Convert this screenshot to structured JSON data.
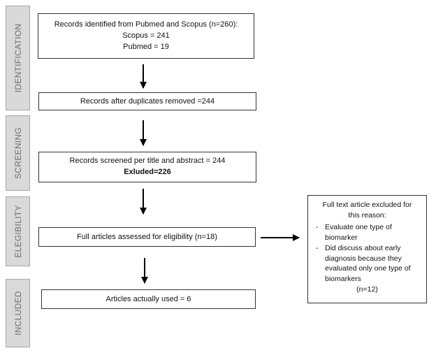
{
  "stages": {
    "identification": "IDENTIFICATION",
    "screening": "SCREENING",
    "elegibility": "ELEGIBILITY",
    "included": "INCLUDED"
  },
  "boxes": {
    "identified": {
      "line1": "Records identified from Pubmed and Scopus (n=260):",
      "line2": "Scopus = 241",
      "line3": "Pubmed = 19"
    },
    "duplicates": {
      "line1": "Records after duplicates removed =244"
    },
    "screened": {
      "line1": "Records screened per title and abstract = 244",
      "line2": "Exluded=226"
    },
    "assessed": {
      "line1": "Full articles assessed for eligibility (n=18)"
    },
    "used": {
      "line1": "Articles actually used = 6"
    },
    "excluded": {
      "head1": "Full text article excluded for",
      "head2": "this reason:",
      "reasons": [
        "Evaluate one type of biomarker",
        "Did discuss about early diagnosis  because they evaluated only one type of biomarkers"
      ],
      "count": "(n=12)"
    }
  }
}
